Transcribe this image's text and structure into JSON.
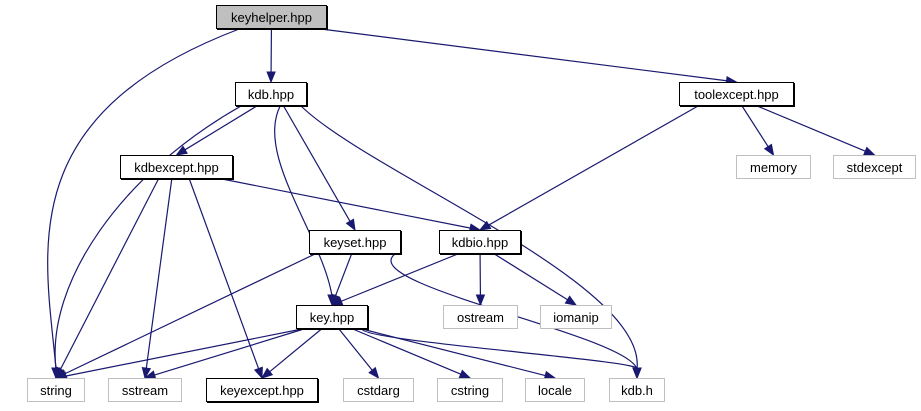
{
  "diagram": {
    "type": "include-dependency-graph",
    "colors": {
      "edge": "#191970",
      "root_fill": "#bfbfbf",
      "local_border": "#000000",
      "system_border": "#bfbfbf"
    },
    "nodes": [
      {
        "id": "keyhelper_hpp",
        "label": "keyhelper.hpp",
        "kind": "root"
      },
      {
        "id": "kdb_hpp",
        "label": "kdb.hpp",
        "kind": "local"
      },
      {
        "id": "toolexcept_hpp",
        "label": "toolexcept.hpp",
        "kind": "local"
      },
      {
        "id": "kdbexcept_hpp",
        "label": "kdbexcept.hpp",
        "kind": "local"
      },
      {
        "id": "memory",
        "label": "memory",
        "kind": "system"
      },
      {
        "id": "stdexcept",
        "label": "stdexcept",
        "kind": "system"
      },
      {
        "id": "keyset_hpp",
        "label": "keyset.hpp",
        "kind": "local"
      },
      {
        "id": "kdbio_hpp",
        "label": "kdbio.hpp",
        "kind": "local"
      },
      {
        "id": "key_hpp",
        "label": "key.hpp",
        "kind": "local"
      },
      {
        "id": "ostream",
        "label": "ostream",
        "kind": "system"
      },
      {
        "id": "iomanip",
        "label": "iomanip",
        "kind": "system"
      },
      {
        "id": "string",
        "label": "string",
        "kind": "system"
      },
      {
        "id": "sstream",
        "label": "sstream",
        "kind": "system"
      },
      {
        "id": "keyexcept_hpp",
        "label": "keyexcept.hpp",
        "kind": "local"
      },
      {
        "id": "cstdarg",
        "label": "cstdarg",
        "kind": "system"
      },
      {
        "id": "cstring",
        "label": "cstring",
        "kind": "system"
      },
      {
        "id": "locale",
        "label": "locale",
        "kind": "system"
      },
      {
        "id": "kdb_h",
        "label": "kdb.h",
        "kind": "system"
      }
    ],
    "edges": [
      {
        "from": "keyhelper_hpp",
        "to": "string"
      },
      {
        "from": "keyhelper_hpp",
        "to": "kdb_hpp"
      },
      {
        "from": "keyhelper_hpp",
        "to": "toolexcept_hpp"
      },
      {
        "from": "kdb_hpp",
        "to": "string"
      },
      {
        "from": "kdb_hpp",
        "to": "kdbexcept_hpp"
      },
      {
        "from": "kdb_hpp",
        "to": "key_hpp"
      },
      {
        "from": "kdb_hpp",
        "to": "keyset_hpp"
      },
      {
        "from": "kdb_hpp",
        "to": "kdb_h"
      },
      {
        "from": "toolexcept_hpp",
        "to": "kdbio_hpp"
      },
      {
        "from": "toolexcept_hpp",
        "to": "memory"
      },
      {
        "from": "toolexcept_hpp",
        "to": "stdexcept"
      },
      {
        "from": "kdbexcept_hpp",
        "to": "string"
      },
      {
        "from": "kdbexcept_hpp",
        "to": "sstream"
      },
      {
        "from": "kdbexcept_hpp",
        "to": "keyexcept_hpp"
      },
      {
        "from": "kdbexcept_hpp",
        "to": "kdbio_hpp"
      },
      {
        "from": "keyset_hpp",
        "to": "string"
      },
      {
        "from": "keyset_hpp",
        "to": "key_hpp"
      },
      {
        "from": "keyset_hpp",
        "to": "kdb_h"
      },
      {
        "from": "kdbio_hpp",
        "to": "key_hpp"
      },
      {
        "from": "kdbio_hpp",
        "to": "ostream"
      },
      {
        "from": "kdbio_hpp",
        "to": "iomanip"
      },
      {
        "from": "key_hpp",
        "to": "string"
      },
      {
        "from": "key_hpp",
        "to": "sstream"
      },
      {
        "from": "key_hpp",
        "to": "keyexcept_hpp"
      },
      {
        "from": "key_hpp",
        "to": "cstdarg"
      },
      {
        "from": "key_hpp",
        "to": "cstring"
      },
      {
        "from": "key_hpp",
        "to": "locale"
      },
      {
        "from": "key_hpp",
        "to": "kdb_h"
      }
    ]
  }
}
